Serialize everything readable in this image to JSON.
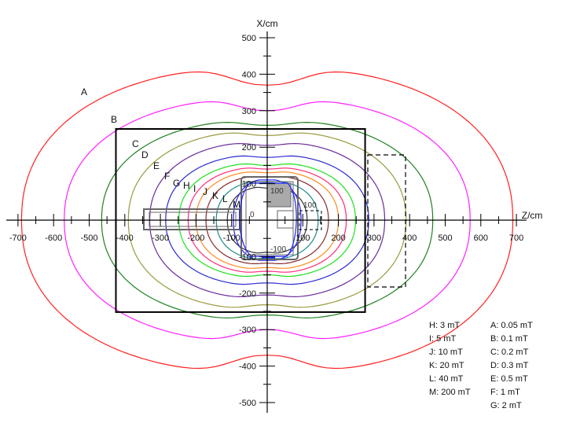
{
  "chart_data": {
    "type": "contour",
    "title": "",
    "xlabel": "Z/cm",
    "ylabel": "X/cm",
    "xlim": [
      -700,
      700
    ],
    "ylim": [
      -500,
      500
    ],
    "x_ticks": [
      -700,
      -600,
      -500,
      -400,
      -300,
      -200,
      -100,
      0,
      100,
      200,
      300,
      400,
      500,
      600,
      700
    ],
    "y_ticks": [
      -500,
      -400,
      -300,
      -200,
      -100,
      100,
      200,
      300,
      400,
      500
    ],
    "contours": [
      {
        "label": "A",
        "value": "0.05 mT",
        "color": "#ff2020",
        "z_extent": 690,
        "x_lobe": 420,
        "x_center": 370
      },
      {
        "label": "B",
        "value": "0.1 mT",
        "color": "#ff20ff",
        "z_extent": 570,
        "x_lobe": 335,
        "x_center": 300
      },
      {
        "label": "C",
        "value": "0.2 mT",
        "color": "#208020",
        "z_extent": 465,
        "x_lobe": 275,
        "x_center": 260
      },
      {
        "label": "D",
        "value": "0.3 mT",
        "color": "#9a9a40",
        "z_extent": 390,
        "x_lobe": 245,
        "x_center": 232
      },
      {
        "label": "E",
        "value": "0.5 mT",
        "color": "#6a2a9a",
        "z_extent": 330,
        "x_lobe": 215,
        "x_center": 205
      },
      {
        "label": "F",
        "value": "1 mT",
        "color": "#2a2ad0",
        "z_extent": 285,
        "x_lobe": 180,
        "x_center": 172
      },
      {
        "label": "G",
        "value": "2 mT",
        "color": "#20e020",
        "z_extent": 248,
        "x_lobe": 158,
        "x_center": 150
      },
      {
        "label": "H",
        "value": "3 mT",
        "color": "#ff2a7a",
        "z_extent": 222,
        "x_lobe": 146,
        "x_center": 140
      },
      {
        "label": "I",
        "value": "5 mT",
        "color": "#ff8a20",
        "z_extent": 200,
        "x_lobe": 135,
        "x_center": 130
      },
      {
        "label": "J",
        "value": "10 mT",
        "color": "#8a2a2a",
        "z_extent": 172,
        "x_lobe": 122,
        "x_center": 118
      },
      {
        "label": "K",
        "value": "20 mT",
        "color": "#208a8a",
        "z_extent": 143,
        "x_lobe": 108,
        "x_center": 104
      },
      {
        "label": "L",
        "value": "40 mT",
        "color": "#333333",
        "z_extent": 112,
        "x_lobe": 92,
        "x_center": 88
      },
      {
        "label": "M",
        "value": "200 mT",
        "color": "#2020ff",
        "z_extent": 95,
        "x_lobe": 112,
        "x_center": 110
      }
    ],
    "legend_col1": [
      "H: 3 mT",
      "I: 5 mT",
      "J: 10 mT",
      "K: 20 mT",
      "L: 40 mT",
      "M: 200 mT"
    ],
    "legend_col2": [
      "A: 0.05 mT",
      "B: 0.1 mT",
      "C: 0.2 mT",
      "D: 0.3 mT",
      "E: 0.5 mT",
      "F: 1 mT",
      "G: 2 mT"
    ],
    "inner_labels": [
      "100",
      "0",
      "-100",
      "100",
      "-100"
    ]
  }
}
